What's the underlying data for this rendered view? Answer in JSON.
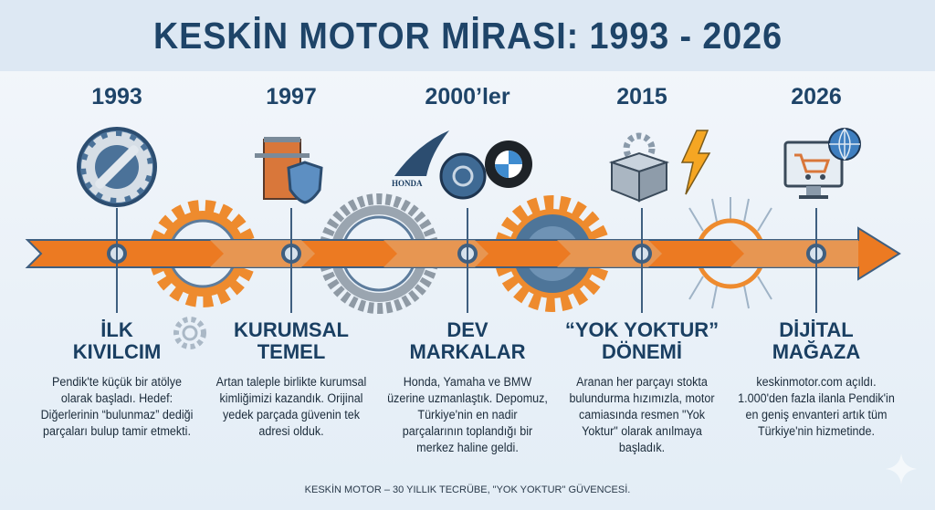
{
  "title": "KESKİN MOTOR MİRASI: 1993 - 2026",
  "milestones": [
    {
      "year": "1993",
      "heading_line1": "İLK",
      "heading_line2": "KIVILCIM",
      "description": "Pendik'te küçük bir atölye olarak başladı. Hedef: Diğerlerinin “bulunmaz” dediği parçaları bulup tamir etmekti.",
      "icon": "gear-wrench-icon"
    },
    {
      "year": "1997",
      "heading_line1": "KURUMSAL",
      "heading_line2": "TEMEL",
      "description": "Artan taleple birlikte kurumsal kimliğimizi kazandık. Orijinal yedek parçada güvenin tek adresi olduk.",
      "icon": "building-shield-icon"
    },
    {
      "year": "2000’ler",
      "heading_line1": "DEV",
      "heading_line2": "MARKALAR",
      "description": "Honda, Yamaha ve BMW üzerine uzmanlaştık. Depomuz, Türkiye'nin en nadir parçalarının toplandığı bir merkez haline geldi.",
      "icon": "brand-logos-icon",
      "brand_label": "HONDA"
    },
    {
      "year": "2015",
      "heading_line1": "“YOK YOKTUR”",
      "heading_line2": "DÖNEMİ",
      "description": "Aranan her parçayı stokta bulundurma hızımızla, motor camiasında resmen \"Yok Yoktur\" olarak anılmaya başladık.",
      "icon": "parts-box-lightning-icon"
    },
    {
      "year": "2026",
      "heading_line1": "DİJİTAL",
      "heading_line2": "MAĞAZA",
      "description": "keskinmotor.com açıldı. 1.000'den fazla ilanla Pendik'in en geniş envanteri artık tüm Türkiye'nin hizmetinde.",
      "icon": "computer-cart-globe-icon"
    }
  ],
  "footer": "KESKİN MOTOR – 30 YILLIK TECRÜBE, \"YOK YOKTUR\" GÜVENCESİ.",
  "colors": {
    "title": "#1e4468",
    "arrow": "#ec7a22",
    "arrow_light": "#e8a060",
    "steel": "#3f6a94"
  }
}
